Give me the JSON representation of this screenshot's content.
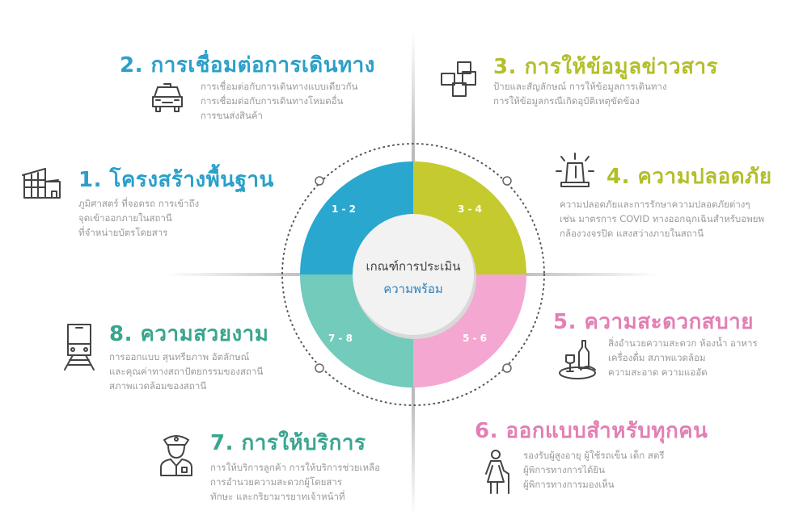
{
  "center": {
    "line1": "เกณฑ์การประเมิน",
    "line2": "ความพร้อม"
  },
  "ranges": [
    "1 - 2",
    "3 - 4",
    "5 - 6",
    "7 - 8"
  ],
  "colors": {
    "blue": "#2aa7cf",
    "lime": "#c5cb2e",
    "pink": "#f4a7d0",
    "teal": "#72cbbb"
  },
  "items": [
    {
      "title": "1. โครงสร้างพื้นฐาน",
      "icon": "building-icon",
      "lines": [
        "ภูมิศาสตร์ ที่จอดรถ การเข้าถึง",
        "จุดเข้าออกภายในสถานี",
        "ที่จำหน่ายบัตรโดยสาร"
      ]
    },
    {
      "title": "2. การเชื่อมต่อการเดินทาง",
      "icon": "taxi-icon",
      "lines": [
        "การเชื่อมต่อกับการเดินทางแบบเดียวกัน",
        "การเชื่อมต่อกับการเดินทางโหมดอื่น",
        "การขนส่งสินค้า"
      ]
    },
    {
      "title": "3. การให้ข้อมูลข่าวสาร",
      "icon": "notes-icon",
      "lines": [
        "ป้ายและสัญลักษณ์ การให้ข้อมูลการเดินทาง",
        "การให้ข้อมูลกรณีเกิดอุบัติเหตุขัดข้อง"
      ]
    },
    {
      "title": "4. ความปลอดภัย",
      "icon": "siren-icon",
      "lines": [
        "ความปลอดภัยและการรักษาความปลอดภัยต่างๆ",
        "เช่น มาตรการ COVID ทางออกฉุกเฉินสำหรับอพยพ",
        "กล้องวงจรปิด แสงสว่างภายในสถานี"
      ]
    },
    {
      "title": "5. ความสะดวกสบาย",
      "icon": "food-tray-icon",
      "lines": [
        "สิ่งอำนวยความสะดวก ห้องน้ำ อาหาร",
        "เครื่องดื่ม สภาพแวดล้อม",
        "ความสะอาด ความแออัด"
      ]
    },
    {
      "title": "6. ออกแบบสำหรับทุกคน",
      "icon": "elderly-person-icon",
      "lines": [
        "รองรับผู้สูงอายุ ผู้ใช้รถเข็น เด็ก สตรี",
        "ผู้พิการทางการได้ยิน",
        "ผู้พิการทางการมองเห็น"
      ]
    },
    {
      "title": "7. การให้บริการ",
      "icon": "staff-officer-icon",
      "lines": [
        "การให้บริการลูกค้า การให้บริการช่วยเหลือ",
        "การอำนวยความสะดวกผู้โดยสาร",
        "ทักษะ และกริยามารยาทเจ้าหน้าที่"
      ]
    },
    {
      "title": "8. ความสวยงาม",
      "icon": "train-icon",
      "lines": [
        "การออกแบบ สุนทรียภาพ อัตลักษณ์",
        "และคุณค่าทางสถาปัตยกรรมของสถานี",
        "สภาพแวดล้อมของสถานี"
      ]
    }
  ]
}
